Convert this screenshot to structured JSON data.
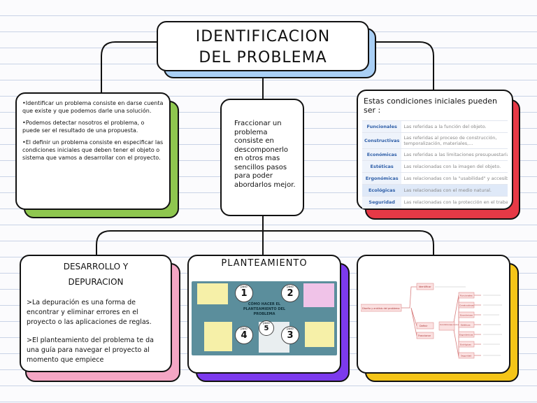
{
  "title": {
    "line1": "IDENTIFICACION",
    "line2": "DEL PROBLEMA"
  },
  "definition": {
    "paragraphs": [
      "•Identificar un problema consiste en darse cuenta que existe y que podemos darle una solución.",
      "•Podemos detectar nosotros el problema, o puede ser el resultado de una propuesta.",
      "•El definir un problema consiste en especificar las condiciones iniciales que deben tener el objeto o sistema que vamos a desarrollar con el proyecto."
    ]
  },
  "fraccionar": {
    "text": "Fraccionar un problema consiste en descomponerlo en otros mas sencillos pasos para poder abordarlos mejor."
  },
  "conditions": {
    "heading": "Estas condiciones iniciales pueden ser :",
    "rows": [
      {
        "key": "Funcionales",
        "value": "Las referidas a la función del objeto."
      },
      {
        "key": "Constructivas",
        "value": "Las referidas al proceso de construcción, temporalización, materiales,..."
      },
      {
        "key": "Económicas",
        "value": "Las referidas a las limitaciones presupuestarias (dinero)."
      },
      {
        "key": "Estéticas",
        "value": "Las relacionadas con la imagen del objeto."
      },
      {
        "key": "Ergonómicas",
        "value": "Las relacionadas con la \"usabilidad\" y accesibilidad del objeto."
      },
      {
        "key": "Ecológicas",
        "value": "Las relacionadas con el medio natural."
      },
      {
        "key": "Seguridad",
        "value": "Las relacionadas con la protección en el trabajo."
      }
    ]
  },
  "depuracion": {
    "heading1": "DESARROLLO Y",
    "heading2": "DEPURACION",
    "p1": ">La depuración es una forma de encontrar y eliminar errores en el proyecto o las aplicaciones de reglas.",
    "p2": ">El planteamiento del problema te da una guía para navegar el proyecto al momento que empiece"
  },
  "planteamiento": {
    "heading": "PLANTEAMIENTO",
    "center_title": "CÓMO HACER EL PLANTEAMIENTO DEL PROBLEMA",
    "paso_label": "paso",
    "steps": [
      "1",
      "2",
      "3",
      "4",
      "5"
    ]
  },
  "map": {
    "root": "Diseño y análisis del problema",
    "nodes": [
      "Identificar",
      "Definir",
      "Fraccionar",
      "Condiciones iniciales",
      "Funcionales",
      "Constructivas",
      "Económicas",
      "Estéticas",
      "Ergonómicas",
      "Ecológicas",
      "Seguridad"
    ]
  },
  "colors": {
    "title_shadow": "#a9cff5",
    "def_shadow": "#8fc74f",
    "cond_shadow": "#e63946",
    "dep_shadow": "#f4a6c4",
    "plan_shadow": "#7c3aed",
    "map_shadow": "#f5c518"
  }
}
